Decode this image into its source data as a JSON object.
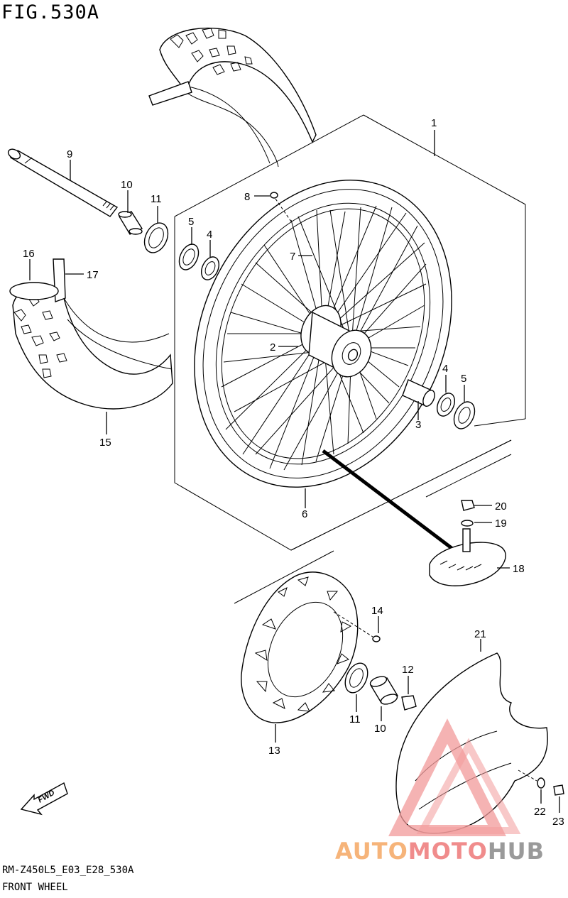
{
  "figure": {
    "title": "FIG.530A",
    "model_code": "RM-Z450L5_E03_E28_530A",
    "name": "FRONT WHEEL"
  },
  "fwd_marker": "FWD",
  "watermark": {
    "part1": "AUTO",
    "part2": "MOTO",
    "part3": "HUB"
  },
  "callouts": [
    "1",
    "2",
    "3",
    "4",
    "4",
    "5",
    "5",
    "6",
    "7",
    "8",
    "9",
    "10",
    "10",
    "11",
    "11",
    "12",
    "13",
    "14",
    "15",
    "16",
    "17",
    "18",
    "19",
    "20",
    "21",
    "22",
    "23"
  ]
}
